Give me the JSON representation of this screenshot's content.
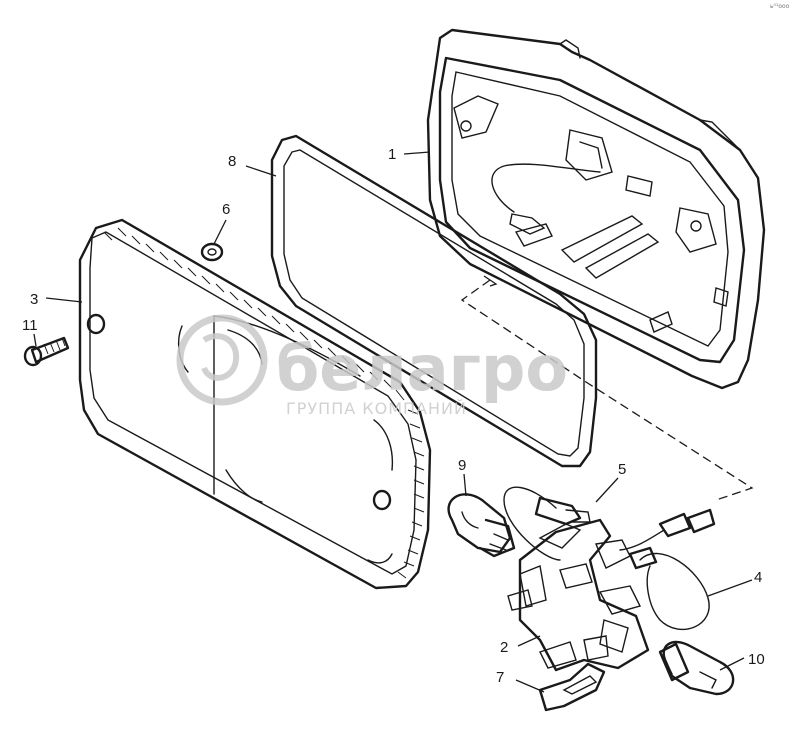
{
  "callouts": {
    "c1": "1",
    "c2": "2",
    "c3": "3",
    "c4": "4",
    "c5": "5",
    "c6": "6",
    "c7": "7",
    "c8": "8",
    "c9": "9",
    "c10": "10",
    "c11": "11"
  },
  "watermark": {
    "name": "белагро",
    "subtitle": "ГРУППА КОМПАНИЙ"
  },
  "corner_mark": "ь⁰¹ооо",
  "colors": {
    "ink": "#1a1a1a",
    "watermark": "#c9c9c9",
    "background": "#ffffff"
  }
}
